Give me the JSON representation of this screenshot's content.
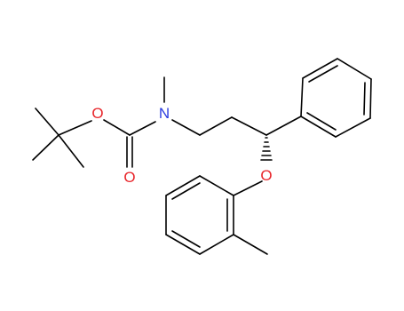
{
  "atoms": {
    "ester_oxygen": "O",
    "carbonyl_oxygen": "O",
    "nitrogen": "N",
    "ether_oxygen": "O"
  },
  "colors": {
    "bond": "#000000",
    "oxygen": "#e8252a",
    "nitrogen": "#2b3ce0",
    "background": "#ffffff"
  }
}
